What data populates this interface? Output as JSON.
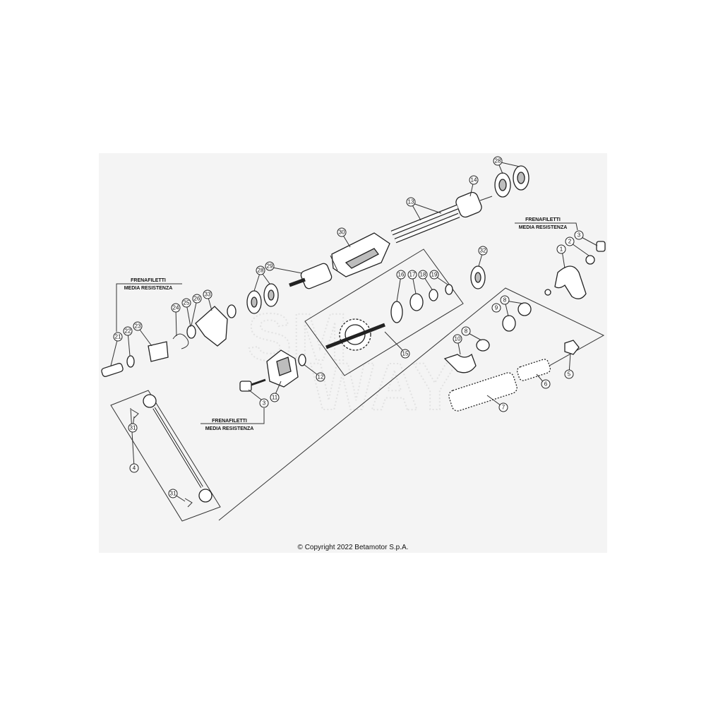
{
  "copyright": "© Copyright 2022 Betamotor S.p.A.",
  "notes": {
    "thread_locker_line1": "FRENAFILETTI",
    "thread_locker_line2": "MEDIA RESISTENZA"
  },
  "watermark": {
    "line1": "SM",
    "line2": "WAY"
  },
  "parts": [
    {
      "id": "c1",
      "label": "1"
    },
    {
      "id": "c2",
      "label": "2"
    },
    {
      "id": "c3a",
      "label": "3"
    },
    {
      "id": "c3b",
      "label": "3"
    },
    {
      "id": "c4",
      "label": "4"
    },
    {
      "id": "c5",
      "label": "5"
    },
    {
      "id": "c6",
      "label": "6"
    },
    {
      "id": "c7",
      "label": "7"
    },
    {
      "id": "c8a",
      "label": "8"
    },
    {
      "id": "c8b",
      "label": "8"
    },
    {
      "id": "c9",
      "label": "9"
    },
    {
      "id": "c10",
      "label": "10"
    },
    {
      "id": "c11",
      "label": "11"
    },
    {
      "id": "c12",
      "label": "12"
    },
    {
      "id": "c13",
      "label": "13"
    },
    {
      "id": "c14",
      "label": "14"
    },
    {
      "id": "c15",
      "label": "15"
    },
    {
      "id": "c16",
      "label": "16"
    },
    {
      "id": "c17",
      "label": "17"
    },
    {
      "id": "c18",
      "label": "18"
    },
    {
      "id": "c19",
      "label": "19"
    },
    {
      "id": "c21",
      "label": "21"
    },
    {
      "id": "c22",
      "label": "22"
    },
    {
      "id": "c23",
      "label": "23"
    },
    {
      "id": "c24",
      "label": "24"
    },
    {
      "id": "c25",
      "label": "25"
    },
    {
      "id": "c26",
      "label": "26"
    },
    {
      "id": "c28a",
      "label": "28"
    },
    {
      "id": "c28b",
      "label": "28"
    },
    {
      "id": "c29",
      "label": "29"
    },
    {
      "id": "c30",
      "label": "30"
    },
    {
      "id": "c31a",
      "label": "31"
    },
    {
      "id": "c31b",
      "label": "31"
    },
    {
      "id": "c32",
      "label": "32"
    },
    {
      "id": "c33",
      "label": "33"
    }
  ]
}
